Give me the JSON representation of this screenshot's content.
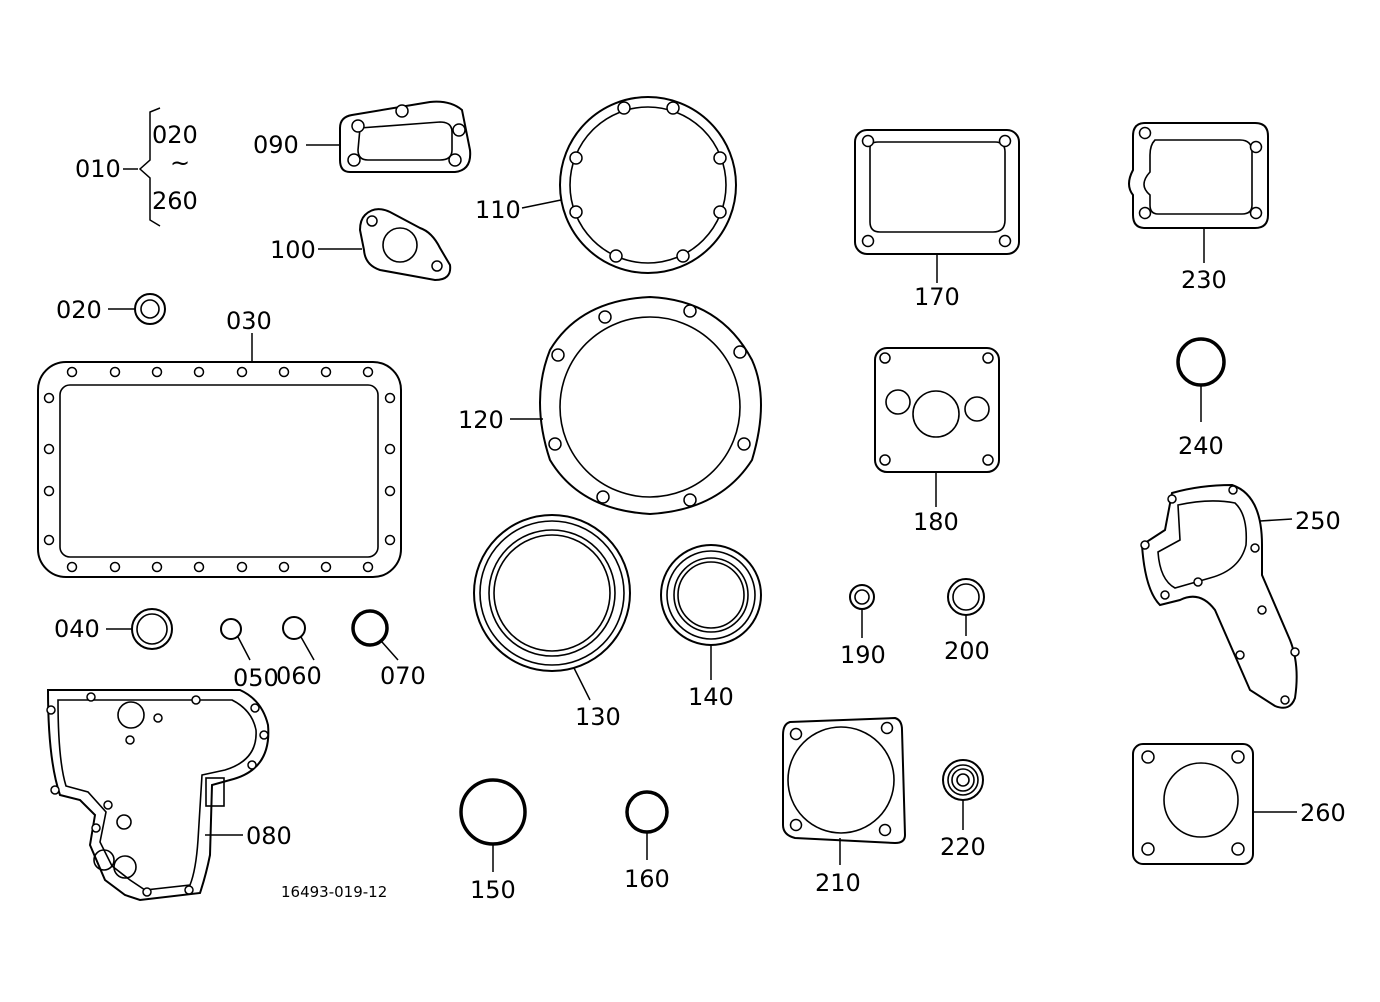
{
  "drawing_code": "16493-019-12",
  "kit": {
    "label": "010",
    "range_start": "020",
    "range_sep": "~",
    "range_end": "260"
  },
  "parts": {
    "p020": "020",
    "p030": "030",
    "p040": "040",
    "p050": "050",
    "p060": "060",
    "p070": "070",
    "p080": "080",
    "p090": "090",
    "p100": "100",
    "p110": "110",
    "p120": "120",
    "p130": "130",
    "p140": "140",
    "p150": "150",
    "p160": "160",
    "p170": "170",
    "p180": "180",
    "p190": "190",
    "p200": "200",
    "p210": "210",
    "p220": "220",
    "p230": "230",
    "p240": "240",
    "p250": "250",
    "p260": "260"
  }
}
